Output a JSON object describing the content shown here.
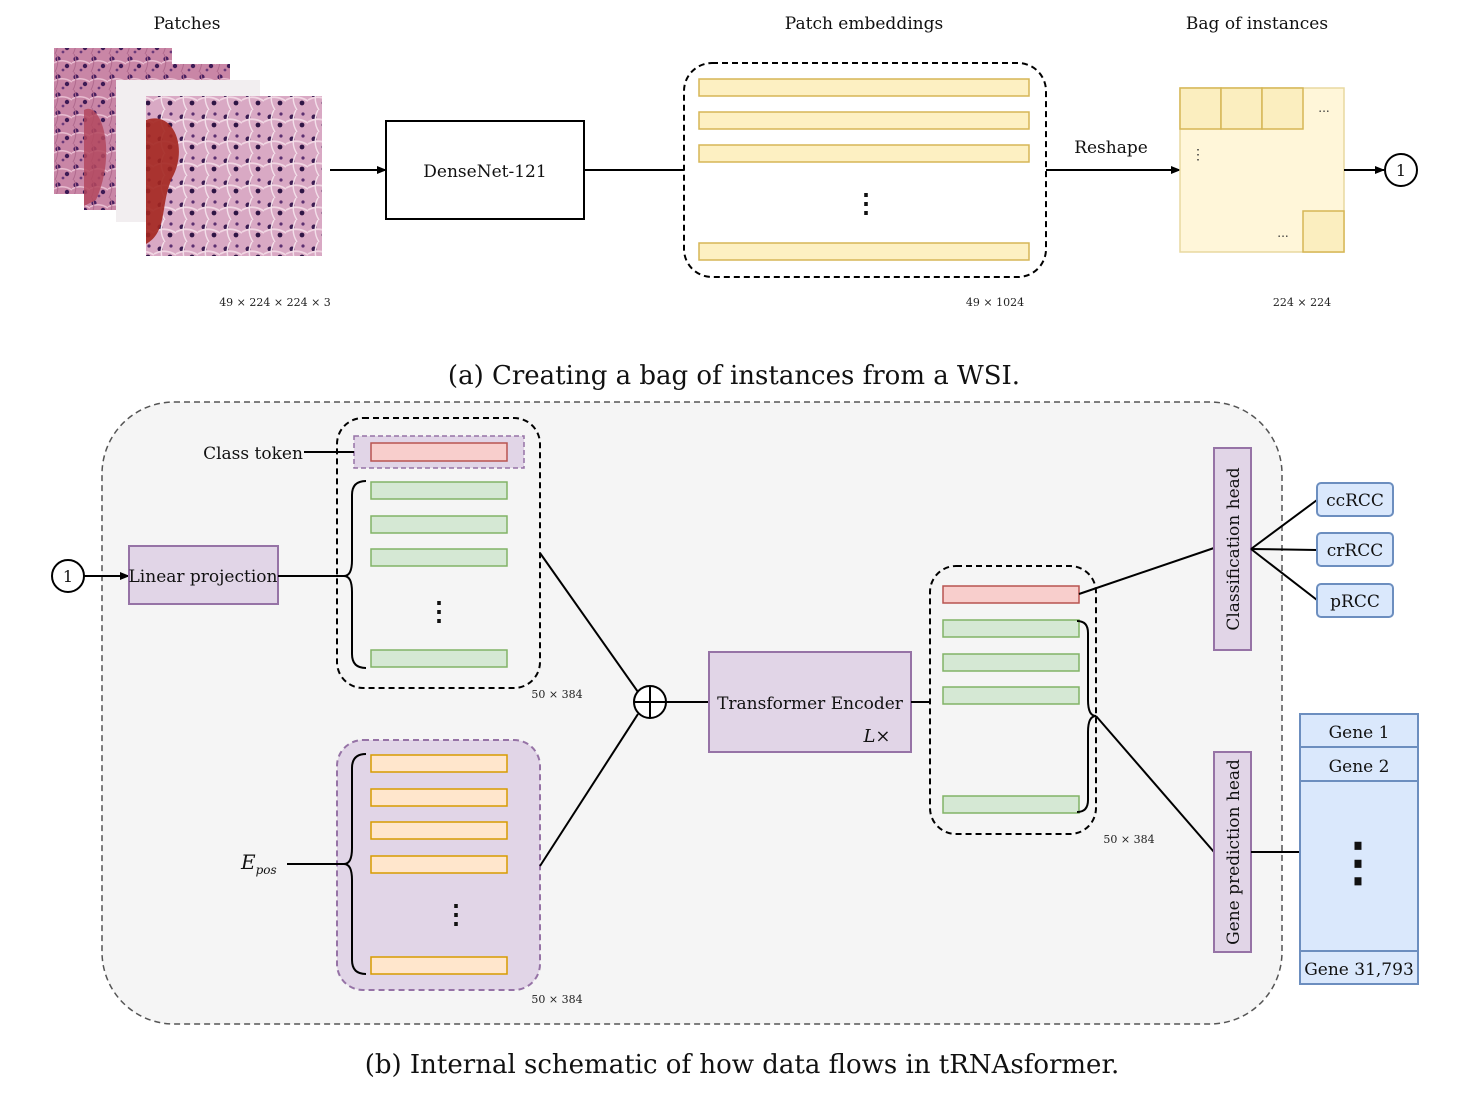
{
  "part_a": {
    "titles": {
      "patches": "Patches",
      "patch_embeddings": "Patch embeddings",
      "bag_of_instances": "Bag of instances"
    },
    "densenet_label": "DenseNet-121",
    "reshape_label": "Reshape",
    "dims": {
      "patches": "49 × 224 × 224 × 3",
      "embeddings": "49 × 1024",
      "bag": "224 × 224"
    },
    "ellipsis_h": "...",
    "ellipsis_v": "⋮",
    "connector_label": "1",
    "caption": "(a) Creating a bag of instances from a WSI."
  },
  "part_b": {
    "connector_label": "1",
    "linear_projection": "Linear projection",
    "class_token": "Class token",
    "epos_main": "E",
    "epos_sub": "pos",
    "dims": {
      "tokens": "50 × 384",
      "positional": "50 × 384",
      "output": "50 × 384"
    },
    "transformer_encoder": "Transformer Encoder",
    "repeat_label": "L×",
    "classification_head": "Classification head",
    "gene_prediction_head": "Gene prediction head",
    "classes": [
      "ccRCC",
      "crRCC",
      "pRCC"
    ],
    "genes": {
      "first": "Gene 1",
      "second": "Gene 2",
      "last": "Gene 31,793"
    },
    "ellipsis_v": "⋮",
    "caption": "(b) Internal schematic of how data flows in tRNAsformer."
  },
  "colors": {
    "embedding_fill": "#fdf0c2",
    "embedding_stroke": "#d6b656",
    "class_token_fill": "#f8cecc",
    "class_token_stroke": "#b85450",
    "token_fill": "#d5e8d4",
    "token_stroke": "#82b366",
    "purple_fill": "#e1d5e7",
    "purple_stroke": "#9673a6",
    "blue_fill": "#dae8fc",
    "blue_stroke": "#6c8ebf",
    "panel_fill": "#f5f5f5",
    "tissue_pink": "#c4718f",
    "tissue_dark": "#5a2a66",
    "tissue_red": "#a3261f"
  }
}
